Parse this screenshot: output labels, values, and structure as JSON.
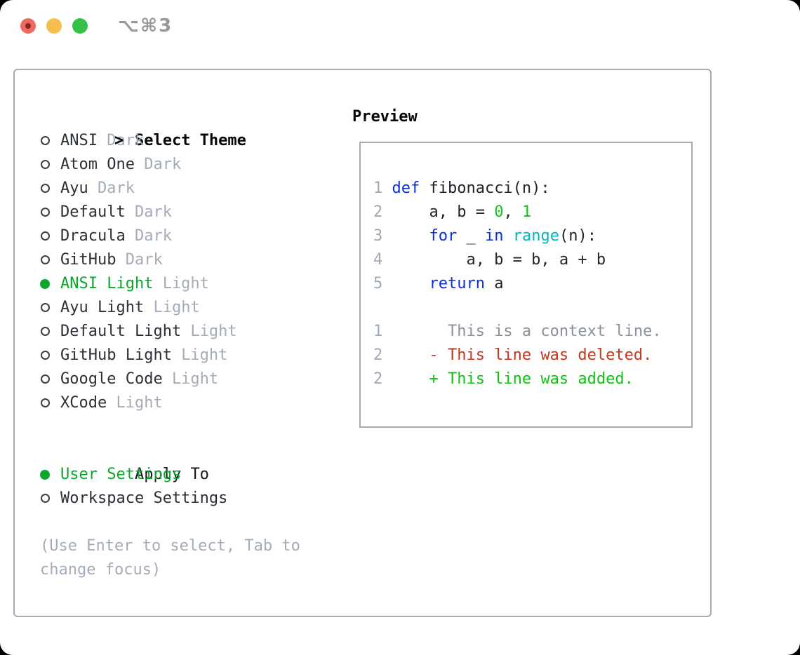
{
  "window": {
    "shortcut_label": "⌥⌘3",
    "buttons": [
      "close",
      "minimize",
      "zoom"
    ]
  },
  "colors": {
    "tl_red": "#ee6a5f",
    "tl_red_dot": "#8e231c",
    "tl_yellow": "#f6be4f",
    "tl_green": "#35c148",
    "shortcut": "#97979c",
    "border": "#a3abb5",
    "selected": "#0aa72c",
    "fg_list": "#2b3037",
    "fg_code": "#20252b",
    "muted": "#a4acb8",
    "linenum": "#9fa9b3",
    "kw": "#0a2fdb",
    "fn": "#00b5c1",
    "num": "#14c21d",
    "ctx": "#8b9199",
    "del": "#c5361f",
    "add": "#0ec412"
  },
  "theme_panel": {
    "prompt": ">",
    "title": "Select Theme",
    "themes": [
      {
        "name": "ANSI",
        "tag": "Dark",
        "selected": false
      },
      {
        "name": "Atom One",
        "tag": "Dark",
        "selected": false
      },
      {
        "name": "Ayu",
        "tag": "Dark",
        "selected": false
      },
      {
        "name": "Default",
        "tag": "Dark",
        "selected": false
      },
      {
        "name": "Dracula",
        "tag": "Dark",
        "selected": false
      },
      {
        "name": "GitHub",
        "tag": "Dark",
        "selected": false
      },
      {
        "name": "ANSI Light",
        "tag": "Light",
        "selected": true
      },
      {
        "name": "Ayu Light",
        "tag": "Light",
        "selected": false
      },
      {
        "name": "Default Light",
        "tag": "Light",
        "selected": false
      },
      {
        "name": "GitHub Light",
        "tag": "Light",
        "selected": false
      },
      {
        "name": "Google Code",
        "tag": "Light",
        "selected": false
      },
      {
        "name": "XCode",
        "tag": "Light",
        "selected": false
      }
    ],
    "apply_to": {
      "title": "Apply To",
      "options": [
        {
          "name": "User Settings",
          "selected": true
        },
        {
          "name": "Workspace Settings",
          "selected": false
        }
      ]
    },
    "help_lines": [
      "(Use Enter to select, Tab to",
      "change focus)"
    ]
  },
  "preview": {
    "title": "Preview",
    "lines": [
      {
        "num": "1",
        "segments": [
          {
            "t": "def",
            "c": "kw"
          },
          {
            "t": " fibonacci(n):",
            "c": "fg"
          }
        ]
      },
      {
        "num": "2",
        "segments": [
          {
            "t": "    a, b = ",
            "c": "fg"
          },
          {
            "t": "0",
            "c": "num"
          },
          {
            "t": ", ",
            "c": "fg"
          },
          {
            "t": "1",
            "c": "num"
          }
        ]
      },
      {
        "num": "3",
        "segments": [
          {
            "t": "    ",
            "c": "fg"
          },
          {
            "t": "for",
            "c": "kw"
          },
          {
            "t": " _ ",
            "c": "fg"
          },
          {
            "t": "in",
            "c": "kw"
          },
          {
            "t": " ",
            "c": "fg"
          },
          {
            "t": "range",
            "c": "fn"
          },
          {
            "t": "(n):",
            "c": "fg"
          }
        ]
      },
      {
        "num": "4",
        "segments": [
          {
            "t": "        a, b = b, a + b",
            "c": "fg"
          }
        ]
      },
      {
        "num": "5",
        "segments": [
          {
            "t": "    ",
            "c": "fg"
          },
          {
            "t": "return",
            "c": "kw"
          },
          {
            "t": " a",
            "c": "fg"
          }
        ]
      },
      {
        "num": "",
        "segments": []
      },
      {
        "num": "1",
        "segments": [
          {
            "t": "      This is a context line.",
            "c": "ctx"
          }
        ]
      },
      {
        "num": "2",
        "segments": [
          {
            "t": "    - This line was deleted.",
            "c": "del"
          }
        ]
      },
      {
        "num": "2",
        "segments": [
          {
            "t": "    + This line was added.",
            "c": "add"
          }
        ]
      }
    ]
  }
}
